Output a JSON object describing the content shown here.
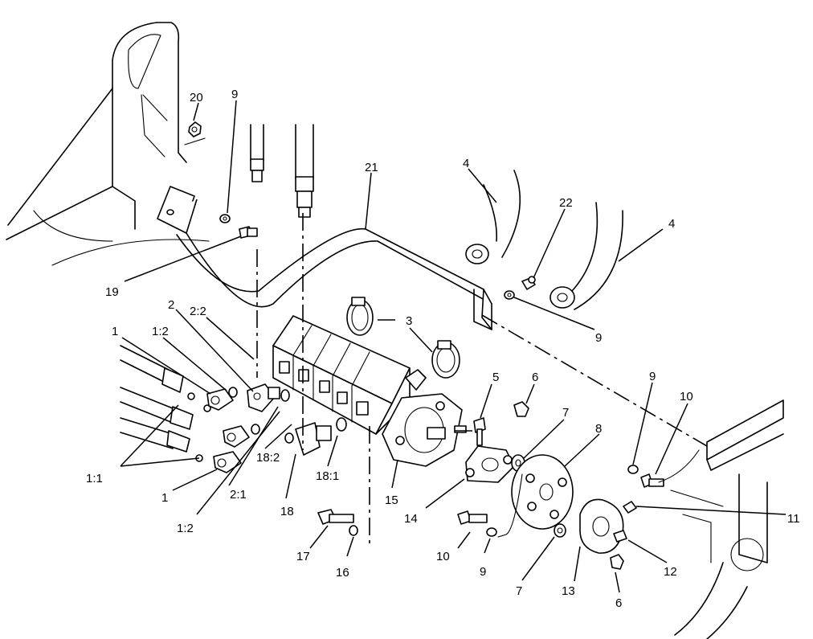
{
  "callouts": [
    {
      "id": "c20",
      "text": "20"
    },
    {
      "id": "c9a",
      "text": "9"
    },
    {
      "id": "c21",
      "text": "21"
    },
    {
      "id": "c4a",
      "text": "4"
    },
    {
      "id": "c22",
      "text": "22"
    },
    {
      "id": "c4b",
      "text": "4"
    },
    {
      "id": "c19",
      "text": "19"
    },
    {
      "id": "c2",
      "text": "2"
    },
    {
      "id": "c2_2",
      "text": "2:2"
    },
    {
      "id": "c1a",
      "text": "1"
    },
    {
      "id": "c1_2a",
      "text": "1:2"
    },
    {
      "id": "c3",
      "text": "3"
    },
    {
      "id": "c9b",
      "text": "9"
    },
    {
      "id": "c5",
      "text": "5"
    },
    {
      "id": "c6a",
      "text": "6"
    },
    {
      "id": "c9c",
      "text": "9"
    },
    {
      "id": "c10a",
      "text": "10"
    },
    {
      "id": "c7a",
      "text": "7"
    },
    {
      "id": "c8",
      "text": "8"
    },
    {
      "id": "c1_1",
      "text": "1:1"
    },
    {
      "id": "c1b",
      "text": "1"
    },
    {
      "id": "c2_1",
      "text": "2:1"
    },
    {
      "id": "c18_2",
      "text": "18:2"
    },
    {
      "id": "c18_1",
      "text": "18:1"
    },
    {
      "id": "c15",
      "text": "15"
    },
    {
      "id": "c14",
      "text": "14"
    },
    {
      "id": "c11",
      "text": "11"
    },
    {
      "id": "c18",
      "text": "18"
    },
    {
      "id": "c1_2b",
      "text": "1:2"
    },
    {
      "id": "c17",
      "text": "17"
    },
    {
      "id": "c16",
      "text": "16"
    },
    {
      "id": "c10b",
      "text": "10"
    },
    {
      "id": "c9d",
      "text": "9"
    },
    {
      "id": "c12",
      "text": "12"
    },
    {
      "id": "c7b",
      "text": "7"
    },
    {
      "id": "c13",
      "text": "13"
    },
    {
      "id": "c6b",
      "text": "6"
    }
  ]
}
